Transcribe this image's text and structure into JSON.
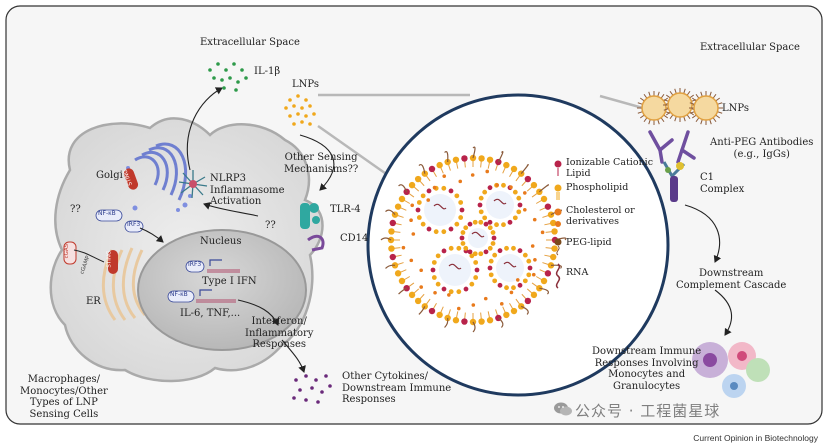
{
  "labels": {
    "extracellular_left": "Extracellular Space",
    "il1b": "IL-1β",
    "lnps_left": "LNPs",
    "other_sensing": "Other Sensing\nMechanisms??",
    "golgi": "Golgi",
    "sting_golgi": "STING",
    "nlrp3": "NLRP3\nInflammasome\nActivation",
    "q1": "??",
    "q2": "??",
    "nfkb_cyto": "NF-κB",
    "irf3_cyto": "IRF3",
    "cgas": "cGAS",
    "cgamp": "cGAMP",
    "sting_er": "STING",
    "er": "ER",
    "nucleus": "Nucleus",
    "irf3_nuc": "IRF3",
    "type1ifn": "Type I IFN",
    "nfkb_nuc": "NF-κB",
    "il6": "IL-6, TNF,...",
    "tlr4": "TLR-4",
    "cd14": "CD14",
    "interferon": "Interferon/\nInflammatory\nResponses",
    "other_cytokines": "Other Cytokines/\nDownstream Immune\nResponses",
    "macrophages": "Macrophages/\nMonocytes/Other\nTypes of LNP\nSensing Cells",
    "extracellular_right": "Extracellular Space",
    "lnps_right": "LNPs",
    "anti_peg": "Anti-PEG Antibodies\n(e.g., IgGs)",
    "c1": "C1\nComplex",
    "downstream_complement": "Downstream\nComplement Cascade",
    "downstream_immune": "Downstream Immune\nResponses Involving\nMonocytes and\nGranulocytes"
  },
  "legend": [
    {
      "label": "Ionizable Cationic\nLipid",
      "color": "#b8234a"
    },
    {
      "label": "Phospholipid",
      "color": "#f0a81c"
    },
    {
      "label": "Cholesterol or\nderivatives",
      "color": "#e87a1c"
    },
    {
      "label": "PEG-lipid",
      "color": "#7a4a1c"
    },
    {
      "label": "RNA",
      "color": "#8a2f3a"
    }
  ],
  "watermark": "公众号 · 工程菌星球",
  "footer": "Current Opinion in Biotechnology",
  "colors": {
    "cell": "#e6e6e6",
    "nucleus": "#c9c9c9",
    "lipid_head": "#f0a81c",
    "ionizable": "#b8234a",
    "peg": "#8a5a3a",
    "antibody": "#6f4f9f",
    "tlr4": "#2fa8a0",
    "cd14": "#7a4a9a"
  }
}
